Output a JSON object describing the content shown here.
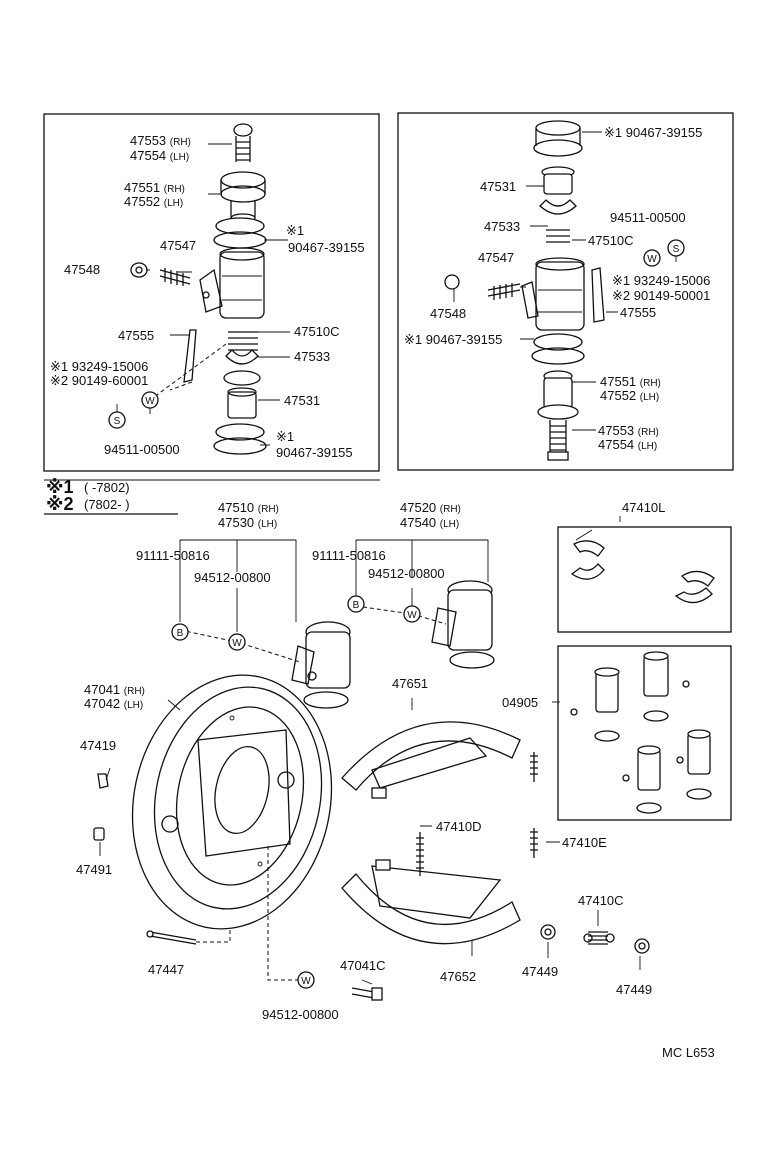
{
  "labels": {
    "p47553_rh_a": "47553",
    "rh": "(RH)",
    "lh": "(LH)",
    "p47554_lh_a": "47554",
    "p47551_rh_a": "47551",
    "p47552_lh_a": "47552",
    "mark1": "※1",
    "p90467_a": "90467-39155",
    "p47547_a": "47547",
    "p47548_a": "47548",
    "p47555_a": "47555",
    "p47510C_a": "47510C",
    "p47533_a": "47533",
    "p93249_a": "※1 93249-15006",
    "p90149_a": "※2 90149-60001",
    "p47531_a": "47531",
    "p94511_a": "94511-00500",
    "p90467_b": "90467-39155",
    "p90467_c": "※1 90467-39155",
    "p47531_b": "47531",
    "p47533_b": "47533",
    "p47510C_b": "47510C",
    "p94511_b": "94511-00500",
    "p47547_b": "47547",
    "p93249_b": "※1 93249-15006",
    "p90149_b": "※2 90149-50001",
    "p47548_b": "47548",
    "p47555_b": "47555",
    "p90467_d": "※1 90467-39155",
    "p47551_b": "47551",
    "p47552_b": "47552",
    "p47553_b": "47553",
    "p47554_b": "47554",
    "legend1_mark": "※1",
    "legend1_range": "(      -7802)",
    "legend2_mark": "※2",
    "legend2_range": "(7802-        )",
    "p47510": "47510",
    "p47530": "47530",
    "p91111_a": "91111-50816",
    "p94512_a": "94512-00800",
    "p47520": "47520",
    "p47540": "47540",
    "p91111_b": "91111-50816",
    "p94512_b": "94512-00800",
    "p47410L": "47410L",
    "p04905": "04905",
    "p47041": "47041",
    "p47042": "47042",
    "p47651": "47651",
    "p47419": "47419",
    "p47491": "47491",
    "p47410D": "47410D",
    "p47410E": "47410E",
    "p47410C": "47410C",
    "p47447": "47447",
    "p47041C": "47041C",
    "p47652": "47652",
    "p47449_a": "47449",
    "p47449_b": "47449",
    "p94512_c": "94512-00800",
    "sym_b": "B",
    "sym_w": "W",
    "sym_s": "S",
    "footer": "MC  L653"
  }
}
